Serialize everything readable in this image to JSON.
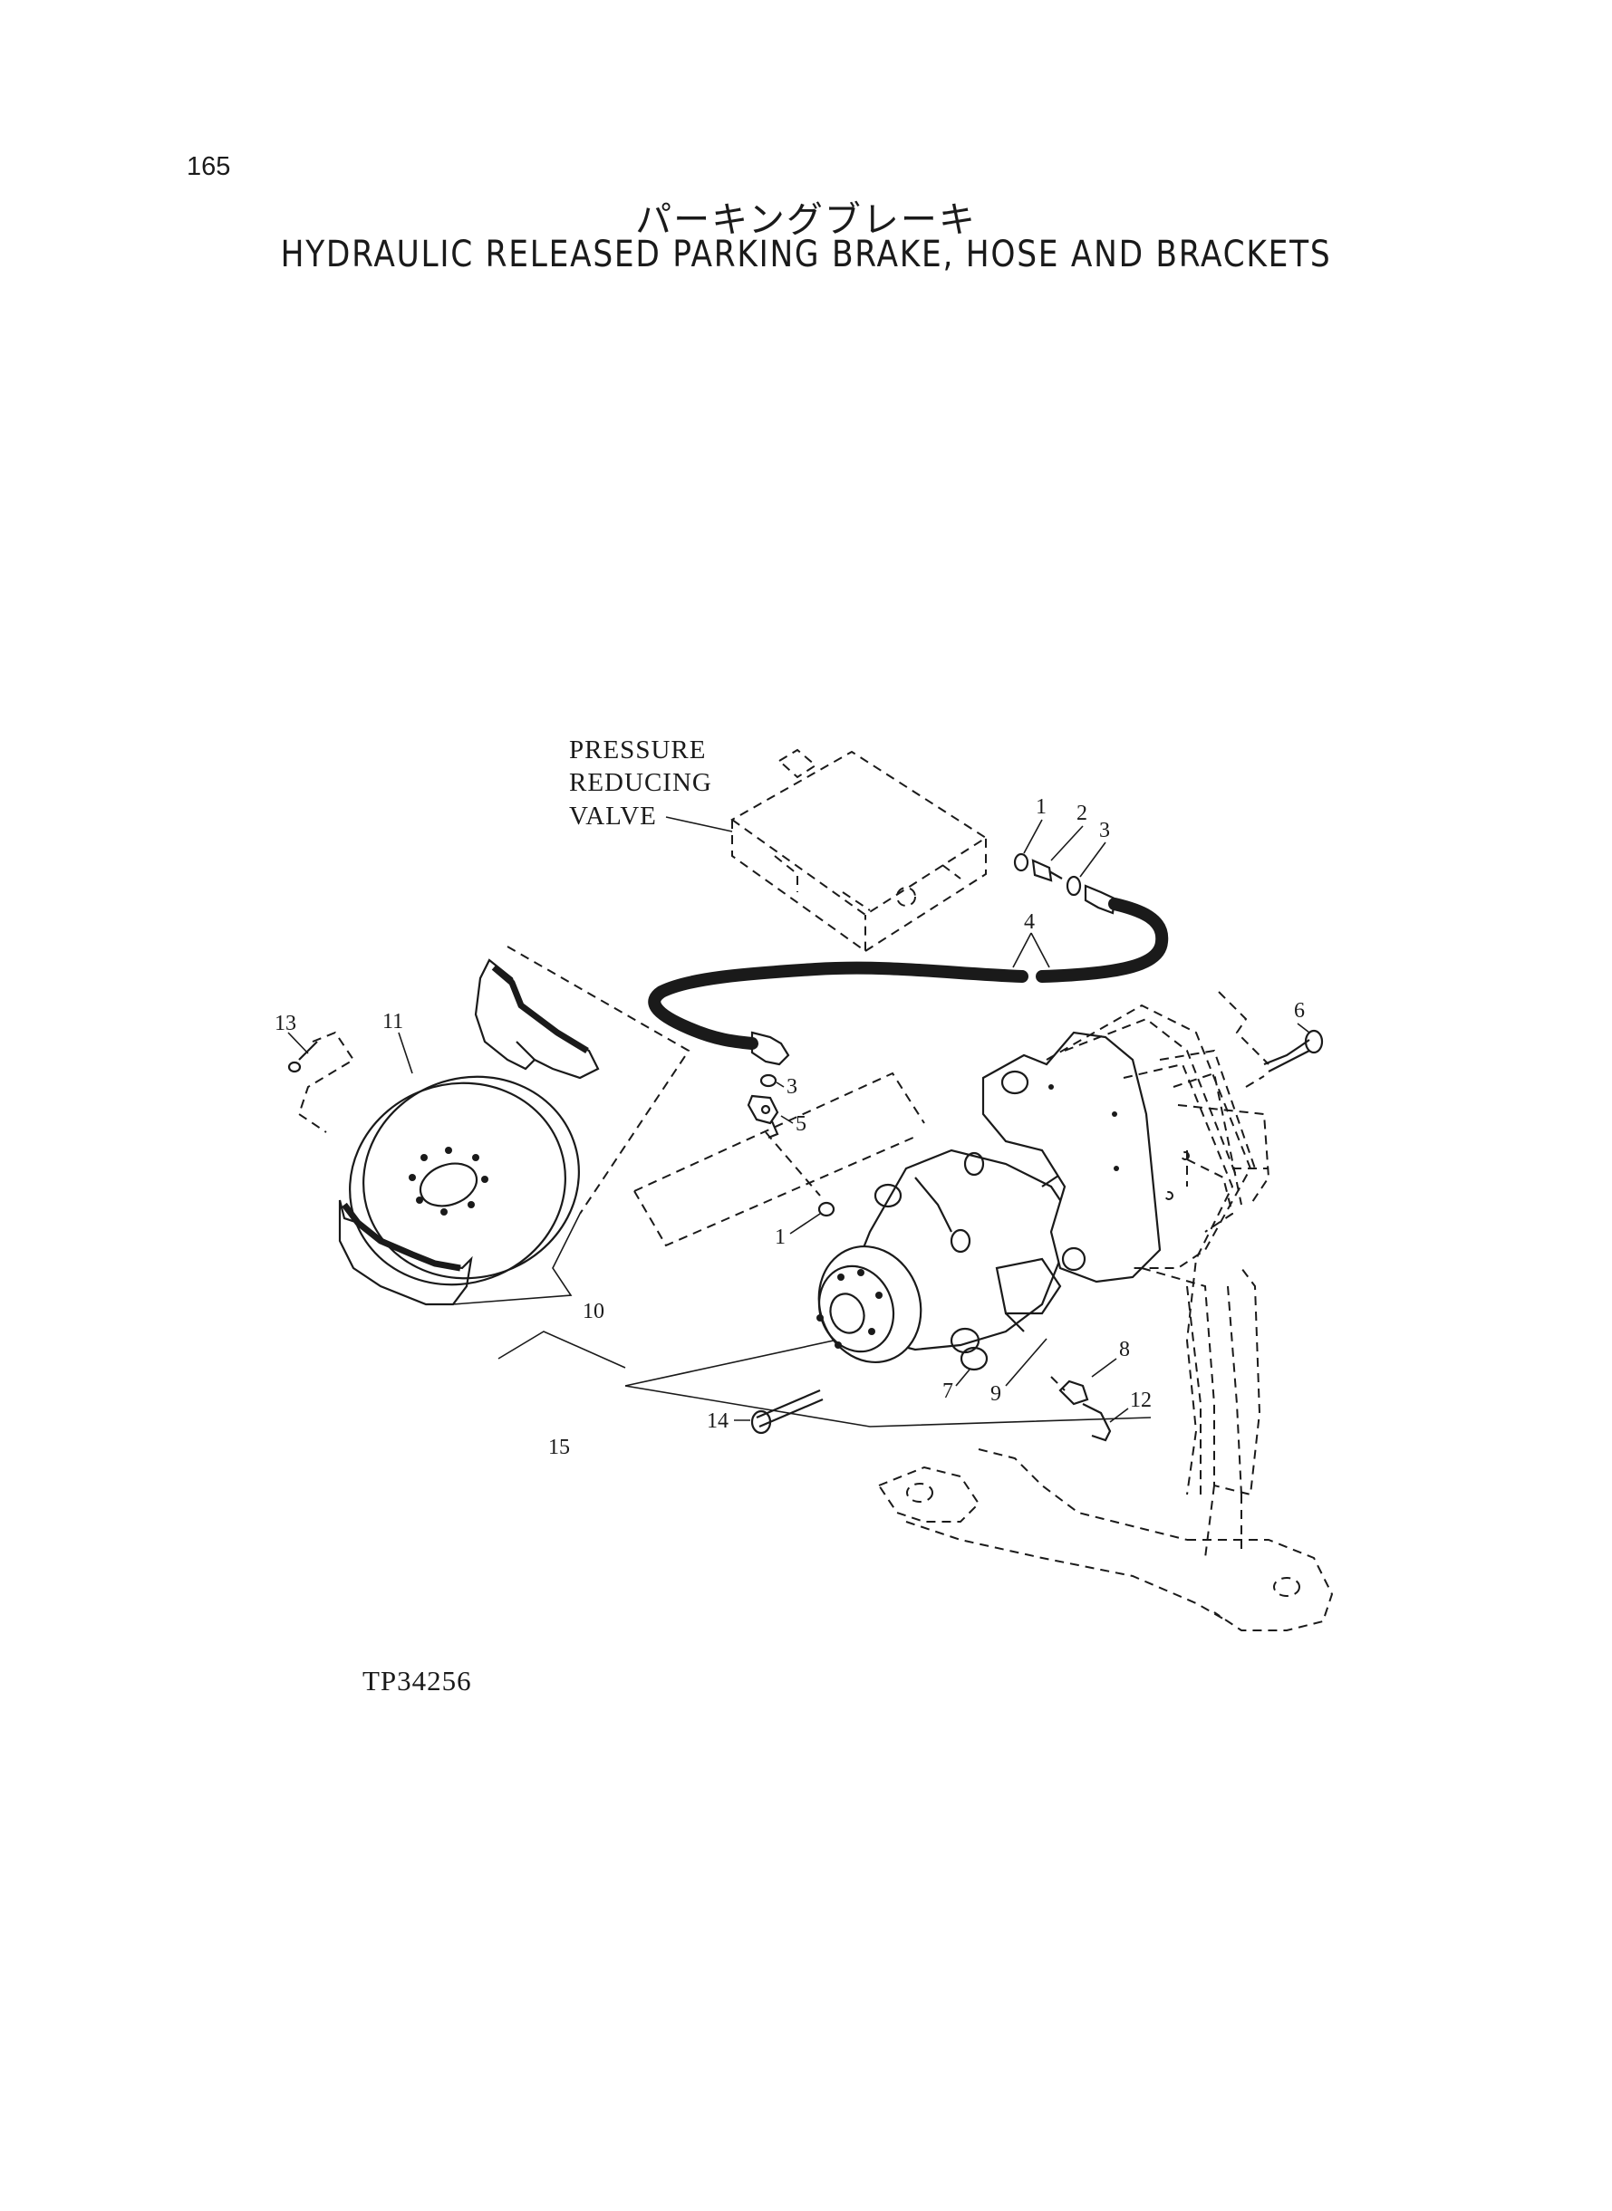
{
  "page_number": "165",
  "title_japanese": "パーキングブレーキ",
  "title_english": "HYDRAULIC RELEASED PARKING BRAKE, HOSE AND BRACKETS",
  "drawing_number": "TP34256",
  "valve_label": {
    "line1": "PRESSURE",
    "line2": "REDUCING",
    "line3": "VALVE"
  },
  "callouts": [
    {
      "id": "c1a",
      "text": "1"
    },
    {
      "id": "c2",
      "text": "2"
    },
    {
      "id": "c3a",
      "text": "3"
    },
    {
      "id": "c4",
      "text": "4"
    },
    {
      "id": "c3b",
      "text": "3"
    },
    {
      "id": "c5",
      "text": "5"
    },
    {
      "id": "c1b",
      "text": "1"
    },
    {
      "id": "c6",
      "text": "6"
    },
    {
      "id": "c7",
      "text": "7"
    },
    {
      "id": "c8",
      "text": "8"
    },
    {
      "id": "c9",
      "text": "9"
    },
    {
      "id": "c10",
      "text": "10"
    },
    {
      "id": "c11",
      "text": "11"
    },
    {
      "id": "c12",
      "text": "12"
    },
    {
      "id": "c13",
      "text": "13"
    },
    {
      "id": "c14",
      "text": "14"
    },
    {
      "id": "c15",
      "text": "15"
    }
  ]
}
